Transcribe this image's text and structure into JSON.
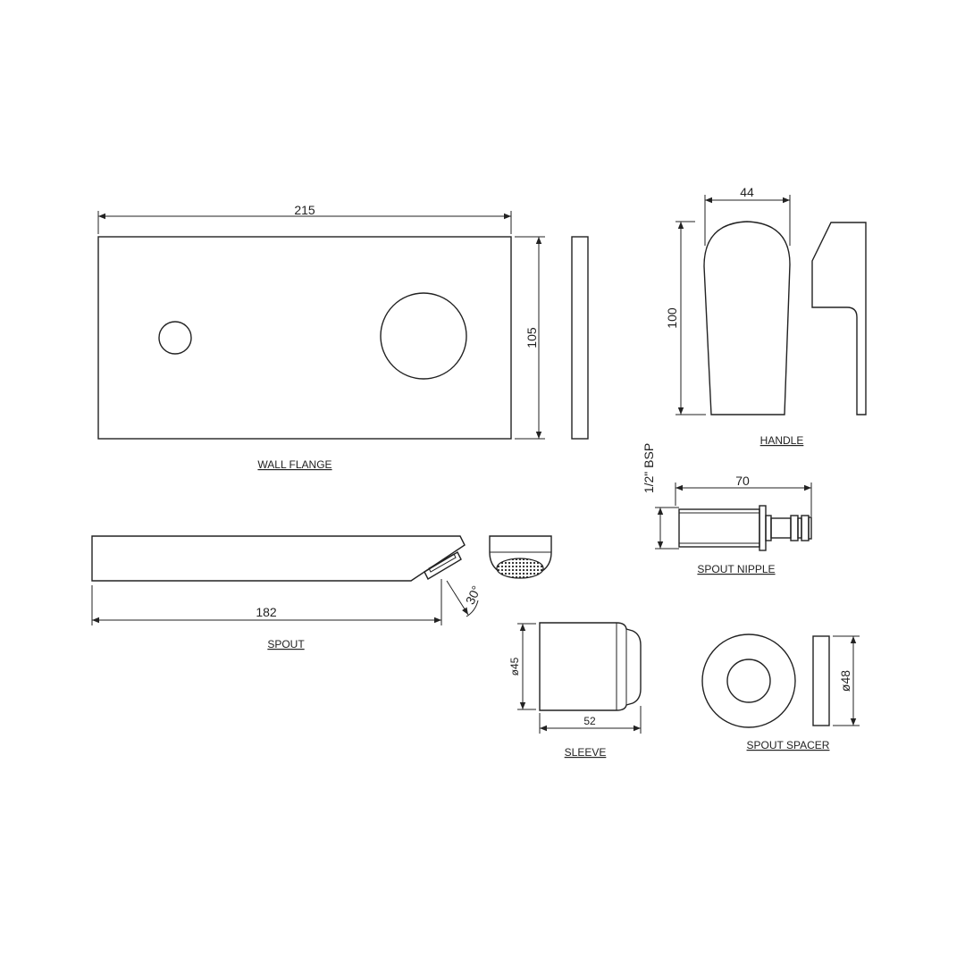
{
  "wall_flange": {
    "label": "WALL FLANGE",
    "width": "215",
    "height": "105"
  },
  "handle": {
    "label": "HANDLE",
    "width": "44",
    "height": "100"
  },
  "spout_nipple": {
    "label": "SPOUT NIPPLE",
    "thread": "1/2\" BSP",
    "length": "70"
  },
  "spout": {
    "label": "SPOUT",
    "length": "182",
    "angle": "30°"
  },
  "sleeve": {
    "label": "SLEEVE",
    "diameter": "ø45",
    "length": "52"
  },
  "spout_spacer": {
    "label": "SPOUT SPACER",
    "diameter": "ø48"
  }
}
